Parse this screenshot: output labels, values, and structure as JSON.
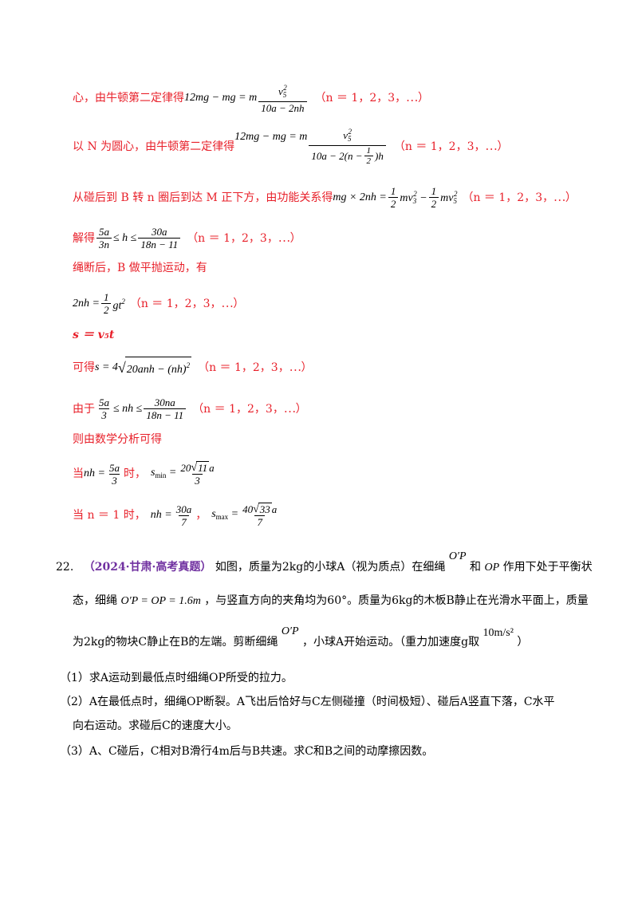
{
  "solution": {
    "l1_text": "心，由牛顿第二定律得",
    "l2_text": "以 N 为圆心，由牛顿第二定律得",
    "l3_text": "从碰后到 B 转 n 圈后到达 M 正下方，由功能关系得",
    "l4_text": "解得",
    "l5_text": "绳断后，B 做平抛运动，有",
    "l7_text": "s ＝ v₅t",
    "l8_text": "可得",
    "l9_text": "由于",
    "l10_text": "则由数学分析可得",
    "l11_prefix": "当",
    "l11_mid": "时，",
    "l12_text": "当 n ＝ 1 时，",
    "l12_comma": "，",
    "n_range": "（n ＝ 1，2，3，⋯）"
  },
  "question": {
    "number": "22.",
    "source": "（2024·甘肃·高考真题）",
    "p1a": "如图，质量为2kg的小球A（视为质点）在细绳",
    "p1b": "和",
    "p1c": "作用下处于平衡状",
    "p2a": "态，细绳",
    "p2b": "，与竖直方向的夹角均为60°。质量为6kg的木板B静止在光滑水平面上，质量",
    "p3a": "为2kg的物块C静止在B的左端。剪断细绳",
    "p3b": "，小球A开始运动。（重力加速度g取",
    "p3c": "）",
    "gval": "10m/s²",
    "op1": "O′P",
    "op2": "OP",
    "op3": "O′P = OP = 1.6m",
    "sub1": "（1）求A运动到最低点时细绳OP所受的拉力。",
    "sub2a": "（2）A在最低点时，细绳OP断裂。A飞出后恰好与C左侧碰撞（时间极短）、碰后A竖直下落，C水平",
    "sub2b": "向右运动。求碰后C的速度大小。",
    "sub3": "（3）A、C碰后，C相对B滑行4m后与B共速。求C和B之间的动摩擦因数。"
  }
}
